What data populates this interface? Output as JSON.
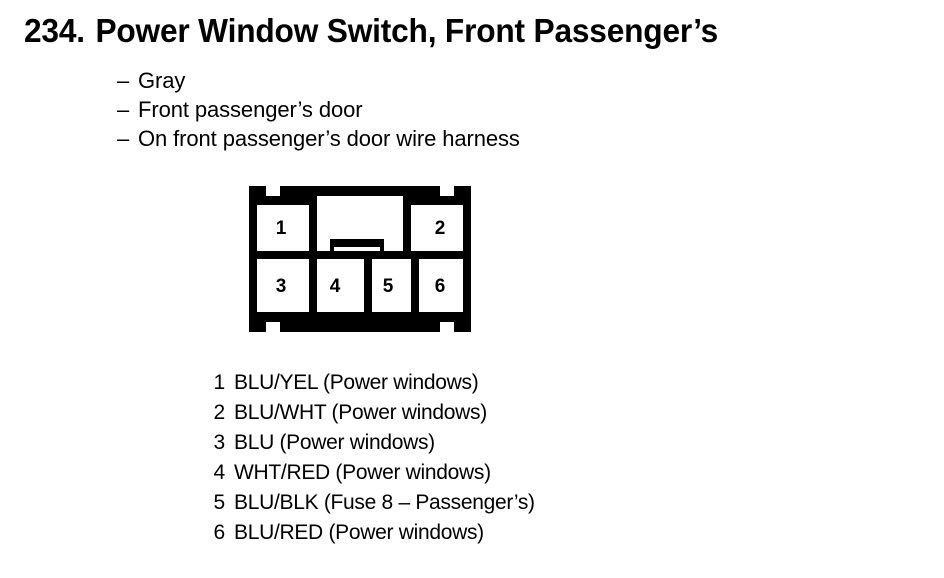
{
  "document": {
    "item_number": "234.",
    "title": "Power Window Switch, Front Passenger’s",
    "full_title": "234. Power Window Switch, Front Passenger’s"
  },
  "attributes": {
    "dash": "–",
    "items": [
      {
        "label": "Gray"
      },
      {
        "label": "Front passenger’s door"
      },
      {
        "label": "On front passenger’s door wire harness"
      }
    ]
  },
  "connector": {
    "name": "6-pin connector",
    "cavity_count": 6,
    "top_row": [
      {
        "number": "1"
      },
      {
        "number": "2"
      }
    ],
    "bottom_row": [
      {
        "number": "3"
      },
      {
        "number": "4"
      },
      {
        "number": "5"
      },
      {
        "number": "6"
      }
    ],
    "latch": {
      "name": "center-latch-tab"
    },
    "colors": {
      "outline": "#000000",
      "fill": "#ffffff",
      "background": "#ffffff"
    }
  },
  "pin_legend": {
    "rows": [
      {
        "number": "1",
        "description": "BLU/YEL (Power windows)"
      },
      {
        "number": "2",
        "description": "BLU/WHT (Power windows)"
      },
      {
        "number": "3",
        "description": "BLU (Power windows)"
      },
      {
        "number": "4",
        "description": "WHT/RED (Power windows)"
      },
      {
        "number": "5",
        "description": "BLU/BLK (Fuse 8 – Passenger’s)"
      },
      {
        "number": "6",
        "description": "BLU/RED (Power windows)"
      }
    ]
  }
}
